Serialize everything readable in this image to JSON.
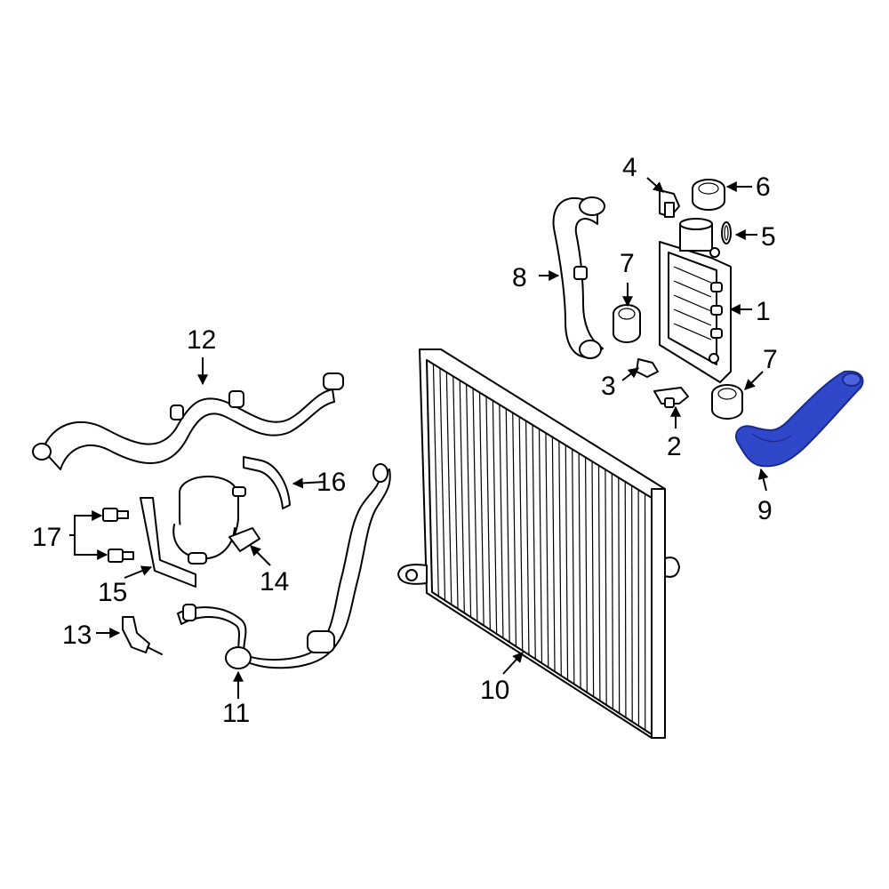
{
  "highlight_color": "#2f47c9",
  "callouts": {
    "c1": "1",
    "c2": "2",
    "c3": "3",
    "c4": "4",
    "c5": "5",
    "c6": "6",
    "c7a": "7",
    "c7b": "7",
    "c8": "8",
    "c9": "9",
    "c10": "10",
    "c11": "11",
    "c12": "12",
    "c13": "13",
    "c14": "14",
    "c15": "15",
    "c16": "16",
    "c17": "17"
  }
}
